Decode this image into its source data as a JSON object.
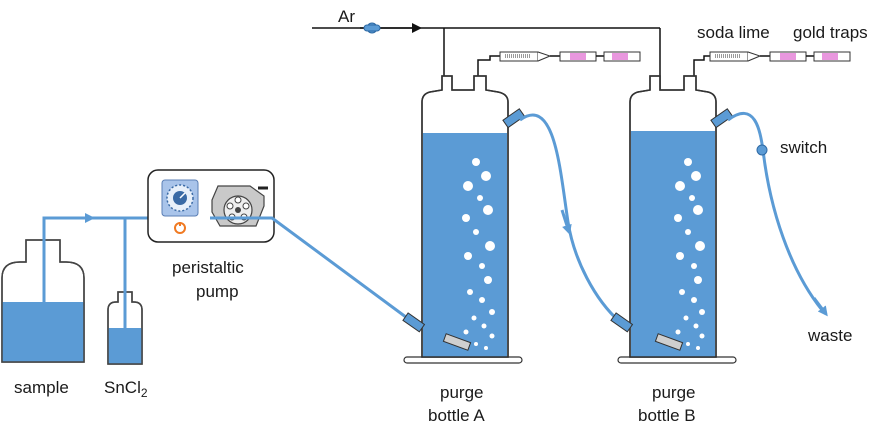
{
  "labels": {
    "ar": "Ar",
    "soda_lime": "soda lime",
    "gold_traps": "gold traps",
    "switch": "switch",
    "waste": "waste",
    "sample": "sample",
    "sncl2_main": "SnCl",
    "sncl2_sub": "2",
    "pump_line1": "peristaltic",
    "pump_line2": "pump",
    "bottle_a_line1": "purge",
    "bottle_a_line2": "bottle A",
    "bottle_b_line1": "purge",
    "bottle_b_line2": "bottle B"
  },
  "colors": {
    "liquid": "#5b9bd5",
    "tube": "#5b9bd5",
    "outline": "#333333",
    "trap_fill": "#e06bd0",
    "knob": "#f07a23"
  }
}
